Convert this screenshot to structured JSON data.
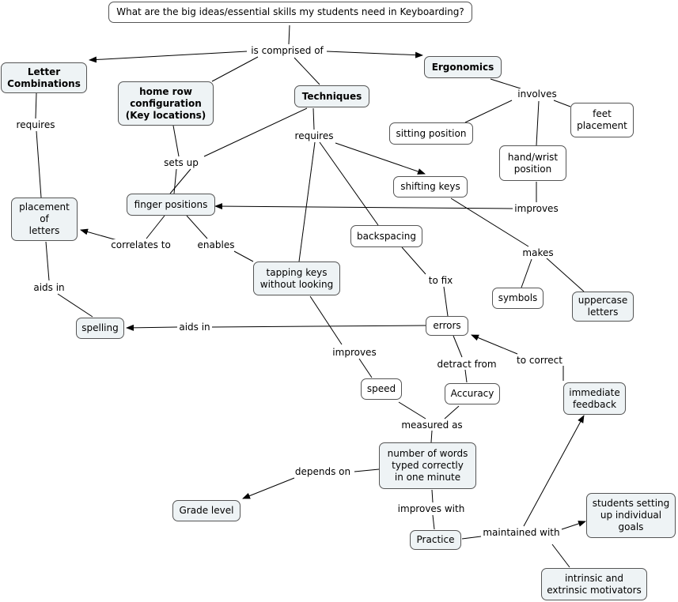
{
  "concepts": {
    "root": "What are the big ideas/essential skills my students need in Keyboarding?",
    "letter_combinations": "Letter\nCombinations",
    "home_row": "home row\nconfiguration\n(Key locations)",
    "techniques": "Techniques",
    "ergonomics": "Ergonomics",
    "sitting_position": "sitting position",
    "feet_placement": "feet\nplacement",
    "hand_wrist": "hand/wrist\nposition",
    "shifting_keys": "shifting keys",
    "placement_letters": "placement\nof\nletters",
    "finger_positions": "finger positions",
    "backspacing": "backspacing",
    "tapping_keys": "tapping keys\nwithout looking",
    "symbols": "symbols",
    "uppercase": "uppercase\nletters",
    "spelling": "spelling",
    "errors": "errors",
    "speed": "speed",
    "accuracy": "Accuracy",
    "immediate_feedback": "immediate\nfeedback",
    "words_minute": "number of words\ntyped correctly\nin one minute",
    "grade_level": "Grade level",
    "students_goals": "students setting\nup individual\ngoals",
    "practice": "Practice",
    "motivators": "intrinsic and\nextrinsic motivators"
  },
  "links": {
    "is_comprised_of": "is comprised of",
    "involves": "involves",
    "requires_1": "requires",
    "requires_2": "requires",
    "sets_up": "sets up",
    "improves_1": "improves",
    "correlates_to": "correlates to",
    "enables": "enables",
    "makes": "makes",
    "to_fix": "to fix",
    "aids_in_1": "aids in",
    "aids_in_2": "aids in",
    "improves_2": "improves",
    "detract_from": "detract from",
    "to_correct": "to correct",
    "measured_as": "measured as",
    "depends_on": "depends on",
    "improves_with": "improves with",
    "maintained_with": "maintained with"
  }
}
